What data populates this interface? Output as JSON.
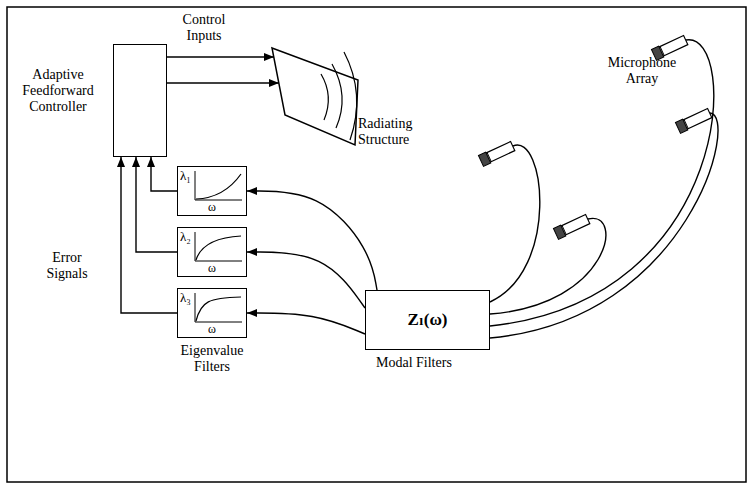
{
  "diagram": {
    "nodes": [
      {
        "text": [
          "Adaptive Feedforward Controller"
        ]
      },
      {
        "text": [
          "Radiating Structure"
        ]
      },
      {
        "text": [
          "λ₁",
          "ω"
        ]
      },
      {
        "text": [
          "λ₂",
          "ω"
        ]
      },
      {
        "text": [
          "λ₃",
          "ω"
        ]
      },
      {
        "text": [
          "Zₗ(ω)",
          "Modal Filters"
        ]
      }
    ],
    "edges": [
      {
        "from": 0,
        "to": 1,
        "arrow": "to",
        "label": "Control Inputs"
      },
      {
        "from": 0,
        "to": 1,
        "arrow": "to"
      },
      {
        "from": 5,
        "to": 2,
        "arrow": "to"
      },
      {
        "from": 5,
        "to": 3,
        "arrow": "to"
      },
      {
        "from": 5,
        "to": 4,
        "arrow": "to"
      },
      {
        "from": 2,
        "to": 0,
        "arrow": "to"
      },
      {
        "from": 3,
        "to": 0,
        "arrow": "to"
      },
      {
        "from": 4,
        "to": 0,
        "arrow": "to"
      }
    ],
    "labels": [
      "Microphone Array",
      "Error Signals",
      "Eigenvalue Filters"
    ]
  }
}
